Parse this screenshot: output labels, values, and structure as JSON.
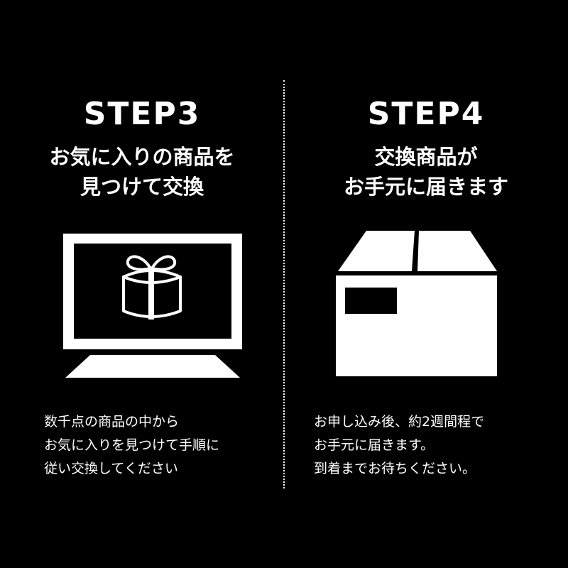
{
  "step3": {
    "title": "STEP3",
    "heading": [
      "お気に入りの商品を",
      "見つけて交換"
    ],
    "description": [
      "数千点の商品の中から",
      "お気に入りを見つけて手順に",
      "従い交換してください"
    ],
    "icon": "computer-gift-icon"
  },
  "step4": {
    "title": "STEP4",
    "heading": [
      "交換商品が",
      "お手元に届きます"
    ],
    "description": [
      "お申し込み後、約2週間程で",
      "お手元に届きます。",
      "到着までお待ちください。"
    ],
    "icon": "delivery-box-icon"
  },
  "colors": {
    "background": "#000000",
    "foreground": "#ffffff"
  }
}
